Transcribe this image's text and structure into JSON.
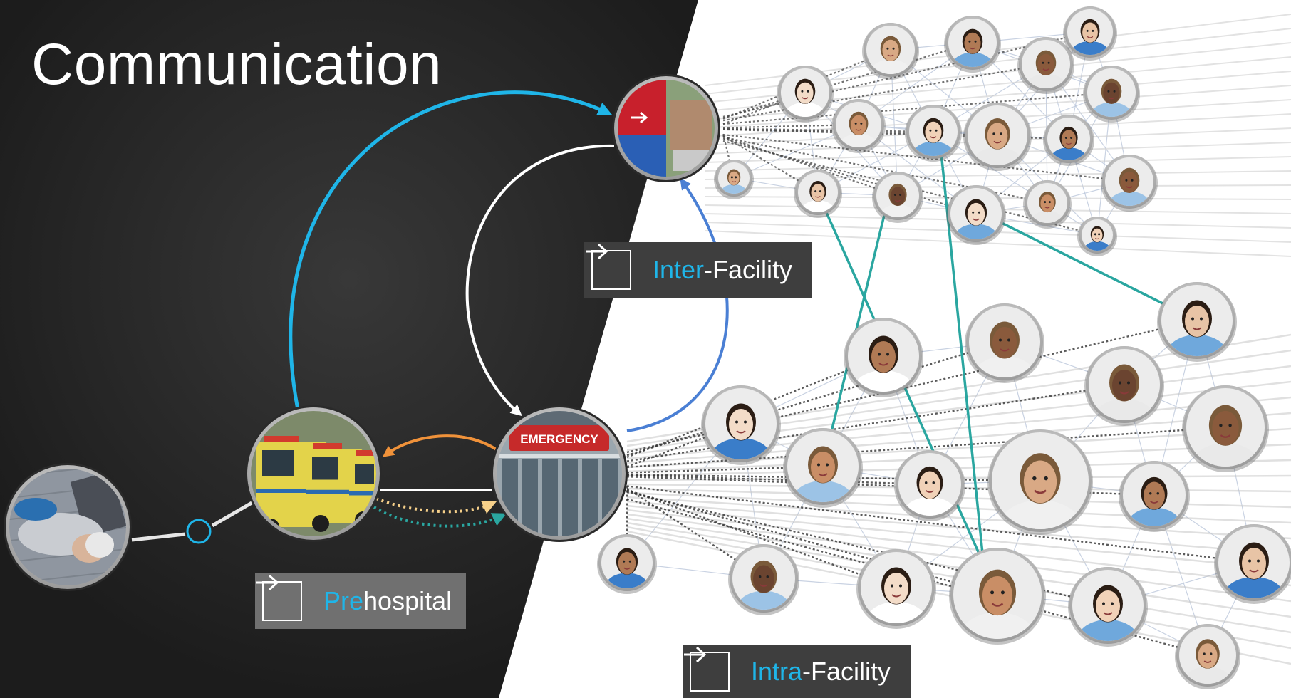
{
  "title": "Communication",
  "labels": {
    "prehospital": {
      "accent": "Pre",
      "rest": "hospital"
    },
    "inter_facility": {
      "accent": "Inter",
      "rest": "-Facility"
    },
    "intra_facility": {
      "accent": "Intra",
      "rest": "-Facility"
    }
  },
  "icons": {
    "label_icon": "arrow-right-in-square-icon",
    "patient": "patient-on-ground-photo",
    "ambulances": "ambulances-photo",
    "emergency_entrance": "emergency-entrance-photo",
    "emergency_room_sign": "emergency-room-sign-photo",
    "staff": "staff-portrait-icon"
  },
  "emergency_sign_text": "EMERGENCY",
  "colors": {
    "background_dark": "#252525",
    "background_light": "#ffffff",
    "accent_blue": "#1fb5e8",
    "arc_blue": "#4a7fd4",
    "orange": "#f0923a",
    "yellow_dotted": "#f6d08a",
    "teal": "#2aa6a0",
    "label_box": "#707070",
    "label_box_dark": "#3e3e3e"
  }
}
